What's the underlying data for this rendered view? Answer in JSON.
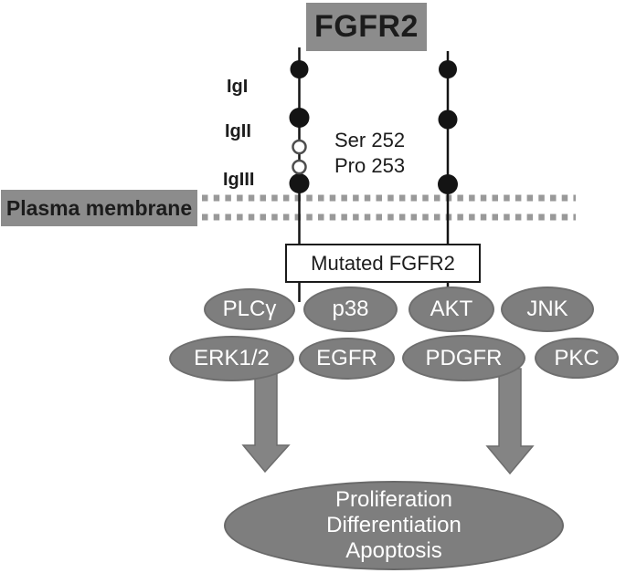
{
  "title": "FGFR2",
  "receptor": {
    "domain_labels": [
      "IgI",
      "IgII",
      "IgIII"
    ],
    "mutations": [
      "Ser 252",
      "Pro 253"
    ]
  },
  "membrane": {
    "label": "Plasma membrane"
  },
  "mutated_receptor": {
    "label": "Mutated FGFR2"
  },
  "signaling": {
    "row1": [
      "PLCγ",
      "p38",
      "AKT",
      "JNK"
    ],
    "row2": [
      "ERK1/2",
      "EGFR",
      "PDGFR",
      "PKC"
    ]
  },
  "outcomes": [
    "Proliferation",
    "Differentiation",
    "Apoptosis"
  ],
  "colors": {
    "label_box_gray": "#8c8c8c",
    "node_gray": "#7e7e7e",
    "arrow_gray": "#848484",
    "membrane_dot_gray": "#999999",
    "receptor_black": "#141414",
    "text_dark": "#1c1c1c",
    "text_white": "#ffffff"
  }
}
